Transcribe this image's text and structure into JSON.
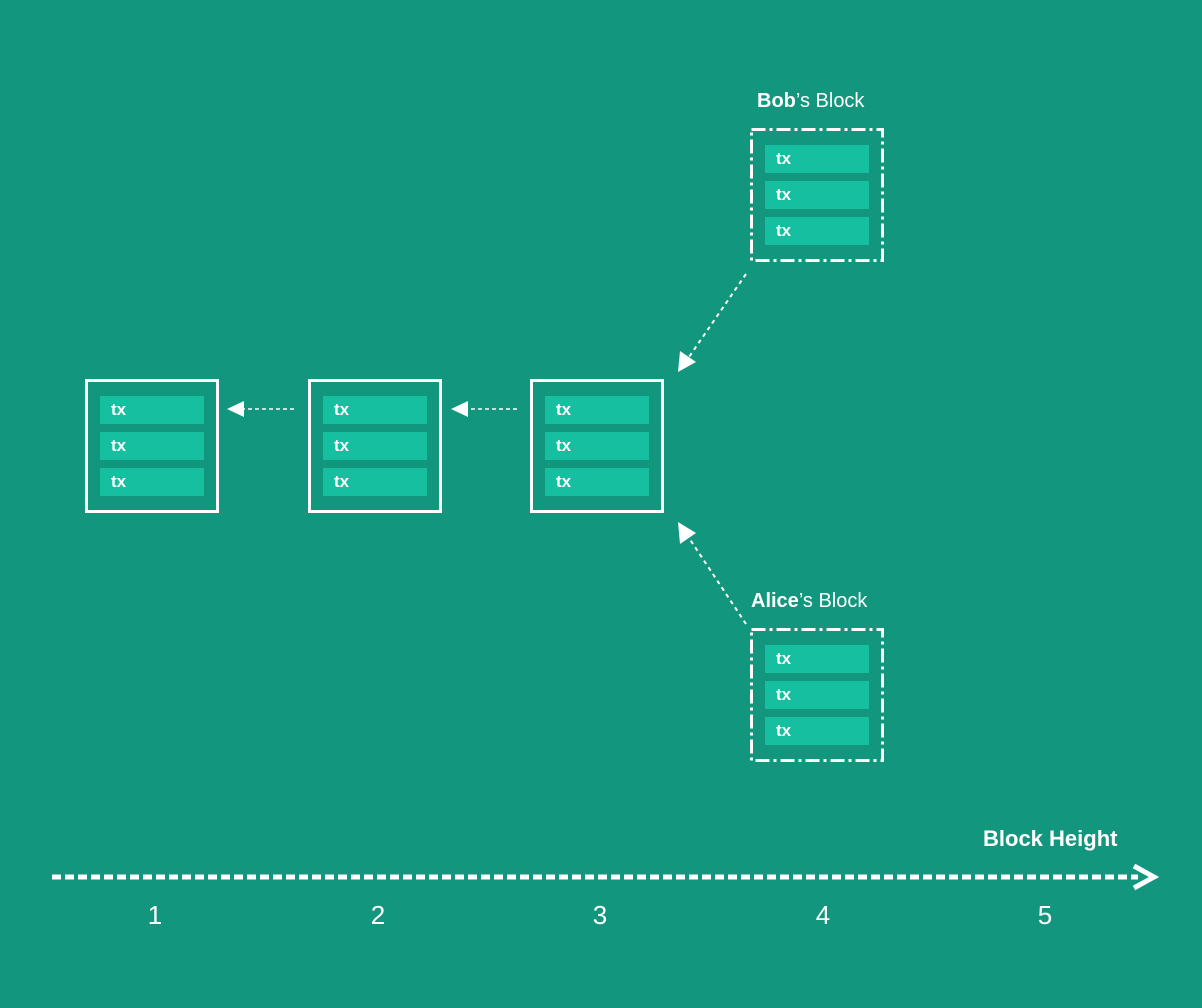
{
  "chain": {
    "blocks": [
      {
        "height": 1,
        "transactions": [
          "tx",
          "tx",
          "tx"
        ]
      },
      {
        "height": 2,
        "transactions": [
          "tx",
          "tx",
          "tx"
        ]
      },
      {
        "height": 3,
        "transactions": [
          "tx",
          "tx",
          "tx"
        ]
      }
    ]
  },
  "forks": {
    "bob": {
      "owner": "Bob",
      "suffix": "’s Block",
      "transactions": [
        "tx",
        "tx",
        "tx"
      ]
    },
    "alice": {
      "owner": "Alice",
      "suffix": "’s Block",
      "transactions": [
        "tx",
        "tx",
        "tx"
      ]
    }
  },
  "axis": {
    "title": "Block Height",
    "ticks": [
      "1",
      "2",
      "3",
      "4",
      "5"
    ]
  },
  "colors": {
    "background": "#12967e",
    "tx_fill": "#15bfa0",
    "stroke": "#ffffff"
  }
}
